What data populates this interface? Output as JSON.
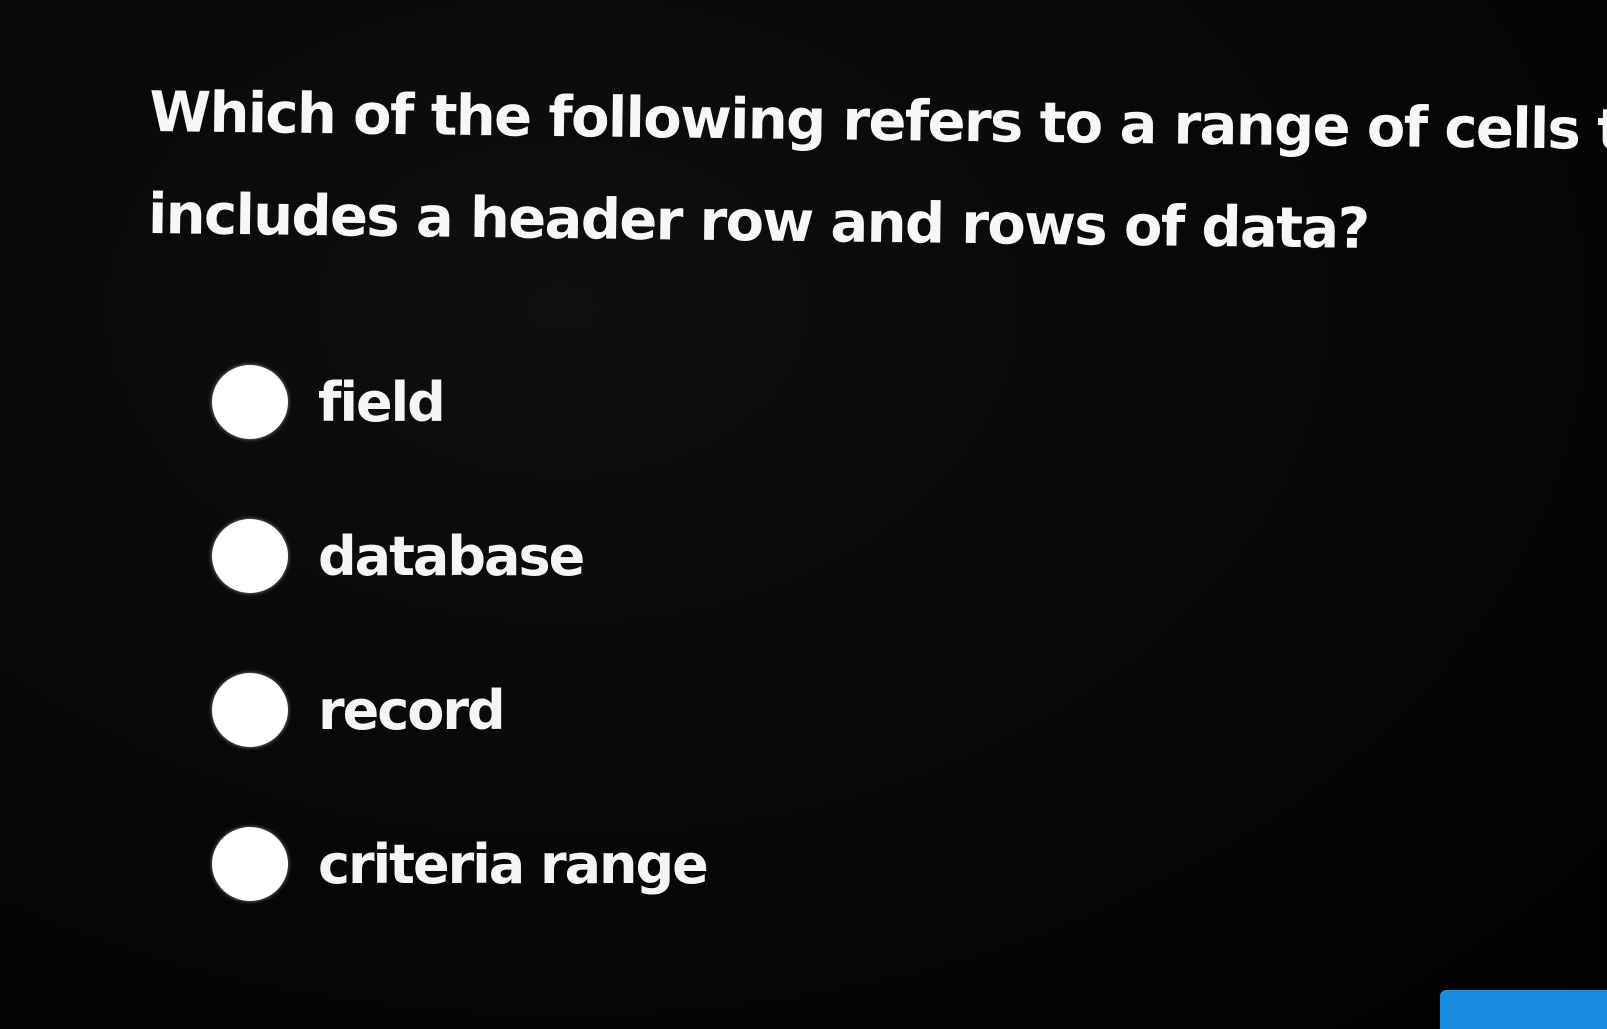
{
  "question": {
    "line1": "Which of the following refers to a range of cells that",
    "line2": "includes a header row and rows of data?"
  },
  "options": [
    {
      "label": "field"
    },
    {
      "label": "database"
    },
    {
      "label": "record"
    },
    {
      "label": "criteria range"
    }
  ],
  "colors": {
    "background": "#050505",
    "text": "#f4f4f4",
    "radio": "#ffffff",
    "accent": "#1a8ce0"
  }
}
